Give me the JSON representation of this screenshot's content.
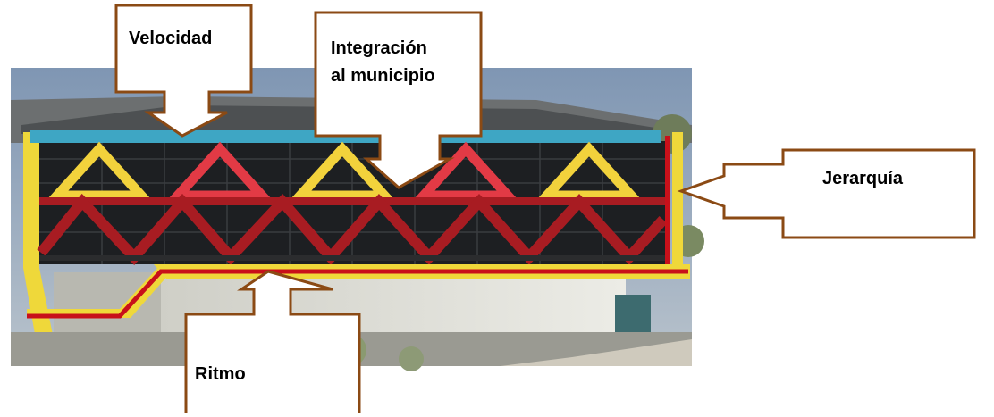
{
  "figure": {
    "callouts": {
      "velocidad": "Velocidad",
      "integracion_line1": "Integración",
      "integracion_line2": "al municipio",
      "jerarquia": "Jerarquía",
      "ritmo": "Ritmo"
    },
    "colors": {
      "callout_border": "#8b4a14",
      "top_beam": "#3ea6c4",
      "frame_yellow": "#efd83a",
      "red_line": "#c8101a",
      "triangle_yellow": "#f2d23c",
      "triangle_red": "#e23a45",
      "diagonal_red": "#a81c22",
      "glass_dark": "#1d1f22",
      "wall": "#dcdcd4"
    }
  }
}
